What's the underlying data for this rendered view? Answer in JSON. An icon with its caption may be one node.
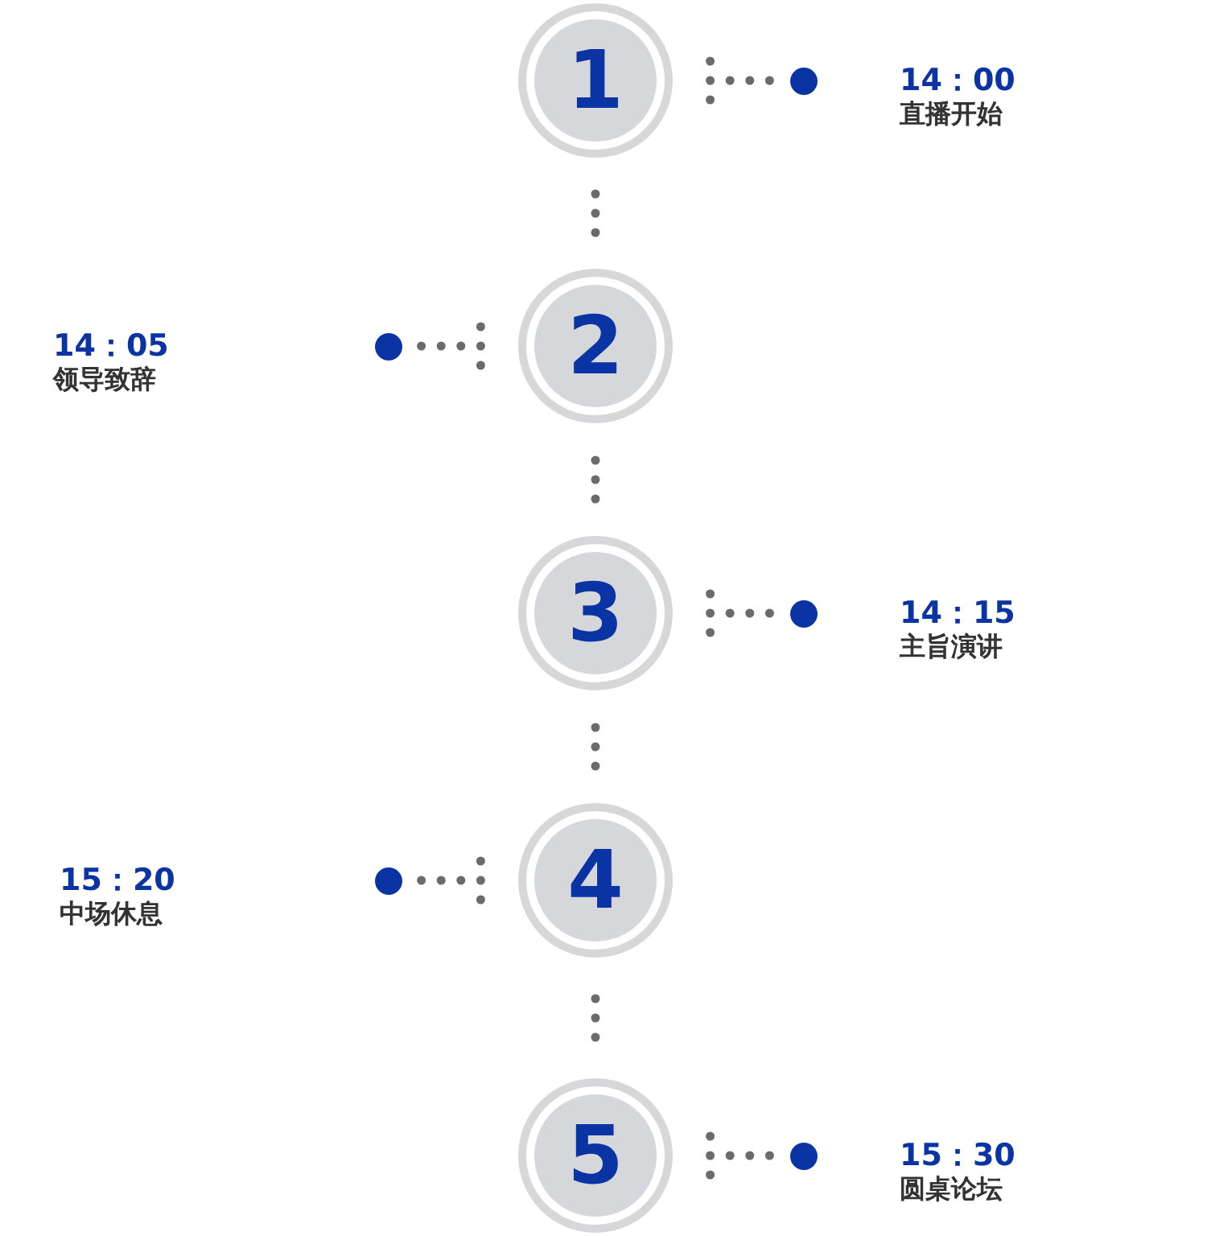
{
  "diagram": {
    "nodes": [
      {
        "text": [
          "1"
        ]
      },
      {
        "text": [],
        "shape": "circle",
        "beside": [
          "14：00",
          "直播开始"
        ]
      },
      {
        "text": [
          "2"
        ]
      },
      {
        "text": [],
        "shape": "circle",
        "beside": [
          "14：05",
          "领导致辞"
        ]
      },
      {
        "text": [
          "3"
        ]
      },
      {
        "text": [],
        "shape": "circle",
        "beside": [
          "14：15",
          "主旨演讲"
        ]
      },
      {
        "text": [
          "4"
        ]
      },
      {
        "text": [],
        "shape": "circle",
        "beside": [
          "15：20",
          "中场休息"
        ]
      },
      {
        "text": [
          "5"
        ]
      },
      {
        "text": [],
        "shape": "circle",
        "beside": [
          "15：30",
          "圆桌论坛"
        ]
      }
    ],
    "edges": [
      {
        "from": 0,
        "to": 1,
        "arrow": "other",
        "style": "dashed"
      },
      {
        "from": 0,
        "to": 2,
        "arrow": "none",
        "style": "dashed"
      },
      {
        "from": 2,
        "to": 3,
        "arrow": "other",
        "style": "dashed"
      },
      {
        "from": 2,
        "to": 4,
        "arrow": "none",
        "style": "dashed"
      },
      {
        "from": 4,
        "to": 5,
        "arrow": "other",
        "style": "dashed"
      },
      {
        "from": 4,
        "to": 6,
        "arrow": "none",
        "style": "dashed"
      },
      {
        "from": 6,
        "to": 7,
        "arrow": "other",
        "style": "dashed"
      },
      {
        "from": 6,
        "to": 8,
        "arrow": "none",
        "style": "dashed"
      },
      {
        "from": 8,
        "to": 9,
        "arrow": "other",
        "style": "dashed"
      }
    ]
  }
}
